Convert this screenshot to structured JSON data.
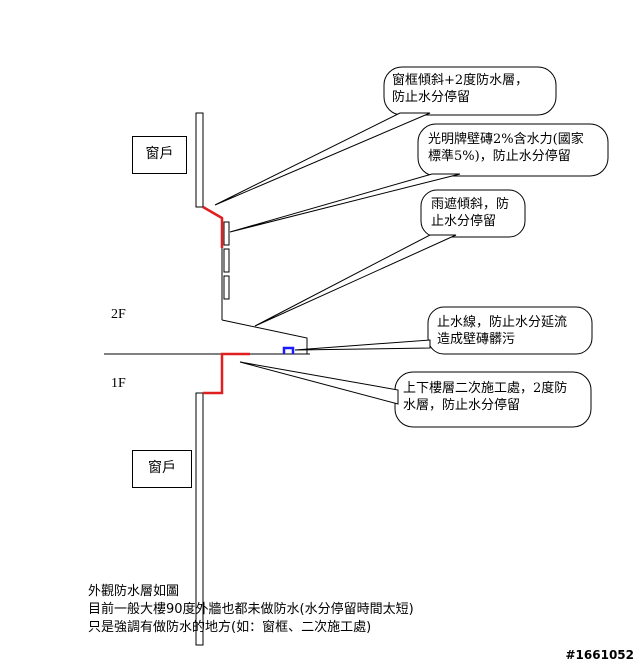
{
  "callouts": [
    {
      "id": "window-frame",
      "text": "窗框傾斜+2度防水層，\n防止水分停留"
    },
    {
      "id": "tile",
      "text": "光明牌壁磚2%含水力(國家\n標準5%)，防止水分停留"
    },
    {
      "id": "canopy",
      "text": "雨遮傾斜，防\n止水分停留"
    },
    {
      "id": "water-stop",
      "text": "止水線，防止水分延流\n造成壁磚髒污"
    },
    {
      "id": "floor-joint",
      "text": "上下樓層二次施工處，2度防\n水層，防止水分停留"
    }
  ],
  "labels": {
    "window_upper": "窗戶",
    "window_lower": "窗戶",
    "floor_2f": "2F",
    "floor_1f": "1F"
  },
  "caption": {
    "line1": "外觀防水層如圖",
    "line2": "目前一般大樓90度外牆也都未做防水(水分停留時間太短)",
    "line3": "只是強調有做防水的地方(如：窗框、二次施工處)"
  },
  "watermark": "#1661052",
  "colors": {
    "waterproof": "#e02020",
    "water_stop": "#1a1aff",
    "line": "#000000"
  }
}
